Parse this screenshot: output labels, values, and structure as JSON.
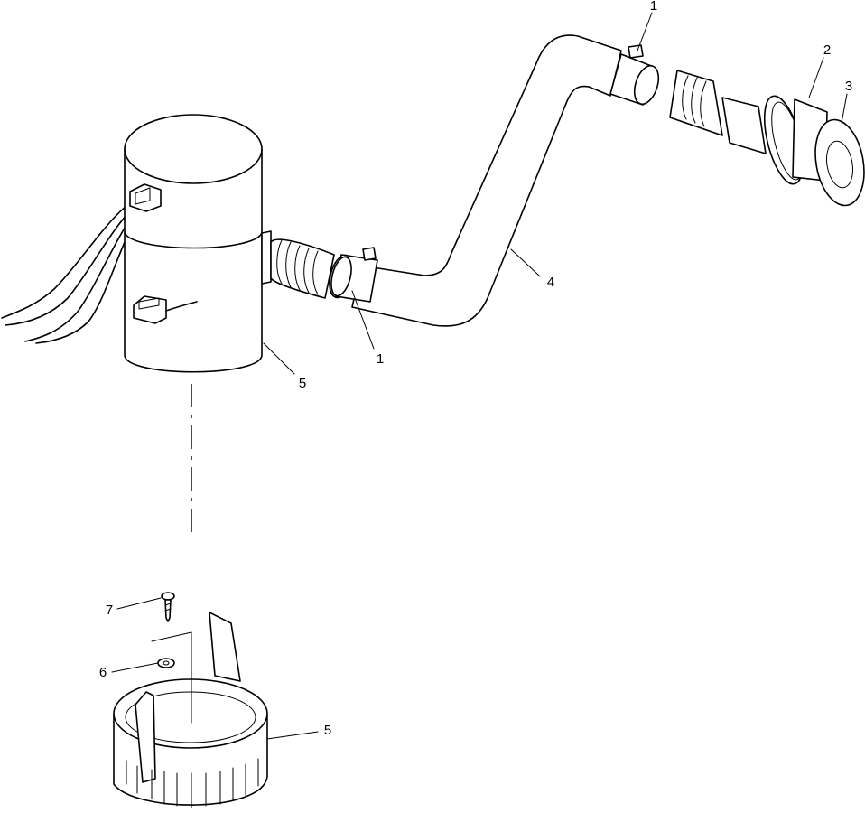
{
  "callouts": {
    "clamp_top": "1",
    "clamp_bottom": "1",
    "thru_hull_nut": "2",
    "thru_hull_fitting": "3",
    "hose": "4",
    "pump": "5",
    "pump_base": "5",
    "washer": "6",
    "screw": "7"
  },
  "colors": {
    "line": "#000000",
    "background": "#ffffff"
  }
}
